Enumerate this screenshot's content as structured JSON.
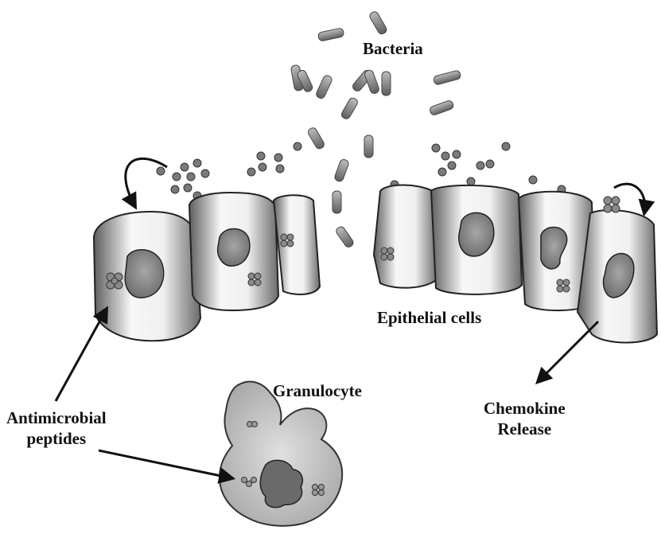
{
  "labels": {
    "bacteria": "Bacteria",
    "epithelial_cells": "Epithelial cells",
    "granulocyte": "Granulocyte",
    "antimicrobial_line1": "Antimicrobial",
    "antimicrobial_line2": "peptides",
    "chemokine_line1": "Chemokine",
    "chemokine_line2": "Release"
  },
  "colors": {
    "cell_fill_light": "#f4f4f4",
    "cell_fill_dark": "#6e6e6e",
    "nucleus": "#8a8a8a",
    "granulocyte_fill": "#c8c8c8",
    "bacteria": "#7a7a7a",
    "outline": "#222222"
  }
}
